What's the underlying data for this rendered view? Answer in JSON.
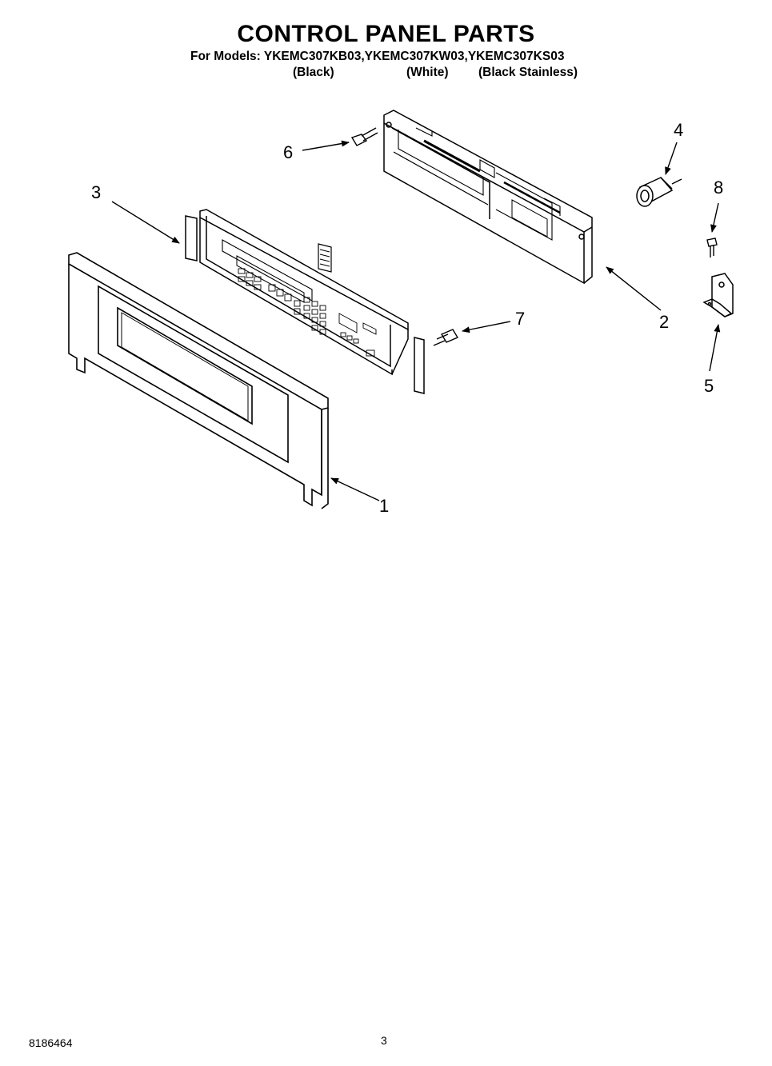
{
  "header": {
    "title": "CONTROL PANEL PARTS",
    "models_line": "For Models: YKEMC307KB03,YKEMC307KW03,YKEMC307KS03",
    "variants": [
      "(Black)",
      "(White)",
      "(Black Stainless)"
    ]
  },
  "callouts": {
    "c1": "1",
    "c2": "2",
    "c3": "3",
    "c4": "4",
    "c5": "5",
    "c6": "6",
    "c7": "7",
    "c8": "8"
  },
  "footer": {
    "doc_number": "8186464",
    "page_number": "3"
  }
}
